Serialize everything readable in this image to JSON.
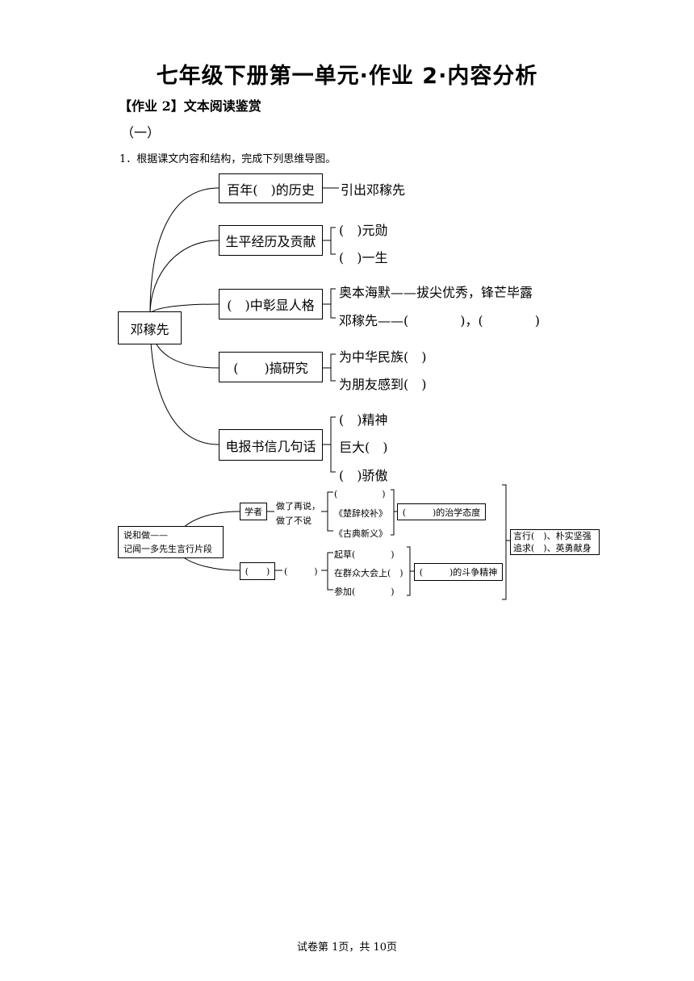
{
  "page": {
    "title": "七年级下册第一单元·作业 2·内容分析",
    "section": "【作业 2】文本阅读鉴赏",
    "subsection": "（一）",
    "question": "1．根据课文内容和结构，完成下列思维导图。",
    "footer": "试卷第 1页，共 10页"
  },
  "map1": {
    "root": "邓稼先",
    "branches": [
      {
        "label": "百年(　)的历史",
        "leaves": [
          "引出邓稼先"
        ]
      },
      {
        "label": "生平经历及贡献",
        "leaves": [
          "(　)元勋",
          "(　)一生"
        ]
      },
      {
        "label": "(　)中彰显人格",
        "leaves": [
          "奥本海默——拔尖优秀，锋芒毕露",
          "邓稼先——(　　　　)，(　　　　)"
        ]
      },
      {
        "label": "(　　)搞研究",
        "leaves": [
          "为中华民族(　)",
          "为朋友感到(　)"
        ]
      },
      {
        "label": "电报书信几句话",
        "leaves": [
          "(　)精神",
          "巨大(　)",
          "(　)骄傲"
        ]
      }
    ]
  },
  "map2": {
    "root_line1": "说和做——",
    "root_line2": "记闻一多先生言行片段",
    "scholar": "学者",
    "scholar_desc_1": "做了再说，",
    "scholar_desc_2": "做了不说",
    "scholar_items": [
      "(　　　　　)",
      "《楚辞校补》",
      "《古典新义》"
    ],
    "scholar_result": "(　　　)的治学态度",
    "other": "(　　)",
    "other_mid": "(　　　)",
    "other_items": [
      "起草(　　　　)",
      "在群众大会上(　)",
      "参加(　　　　)"
    ],
    "other_result": "(　　　)的斗争精神",
    "summary_line1": "言行(　)、朴实坚强",
    "summary_line2": "追求(　)、英勇献身"
  }
}
